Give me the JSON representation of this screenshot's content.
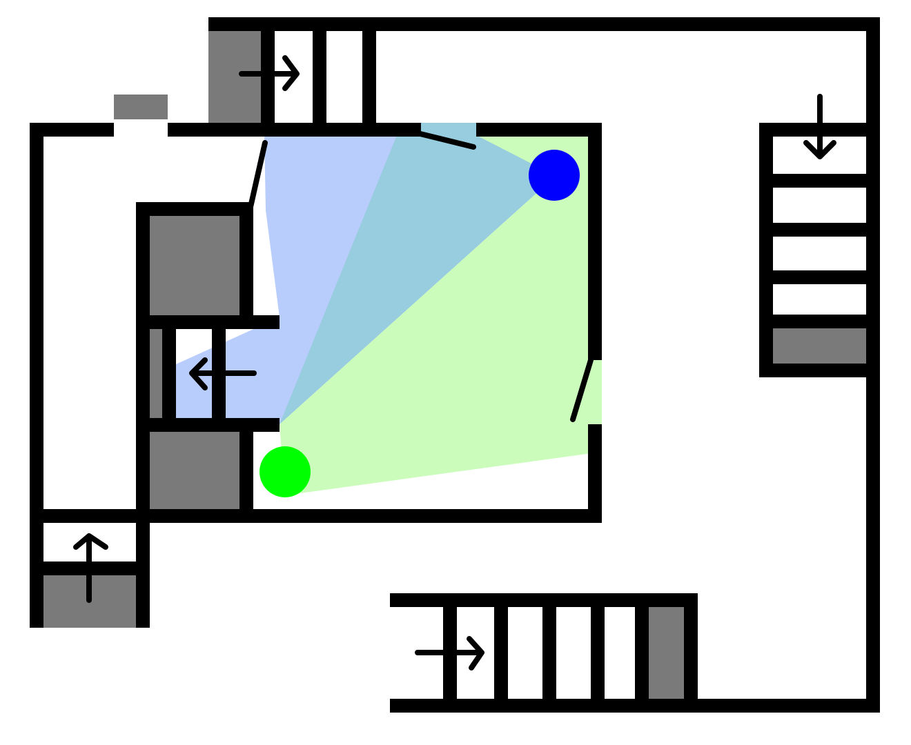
{
  "colors": {
    "background": "#ffffff",
    "wall": "#000000",
    "block": "#7a7a7a",
    "view_blue": "#b9cdfc",
    "view_green": "#ccfcbc",
    "view_overlap": "#98ccdf",
    "agent_blue": "#0000ff",
    "agent_green": "#00ff00",
    "arrow": "#000000"
  },
  "agents": [
    {
      "name": "blue-agent",
      "color": "#0000ff"
    },
    {
      "name": "green-agent",
      "color": "#00ff00"
    }
  ],
  "stairs": [
    {
      "name": "stairs-top",
      "arrow_direction": "right"
    },
    {
      "name": "stairs-right",
      "arrow_direction": "down"
    },
    {
      "name": "stairs-middle-left",
      "arrow_direction": "left"
    },
    {
      "name": "stairs-bottom-left",
      "arrow_direction": "up"
    },
    {
      "name": "stairs-bottom",
      "arrow_direction": "right"
    }
  ],
  "icons": [
    "arrow-right-icon",
    "arrow-down-icon",
    "arrow-left-icon",
    "arrow-up-icon"
  ]
}
